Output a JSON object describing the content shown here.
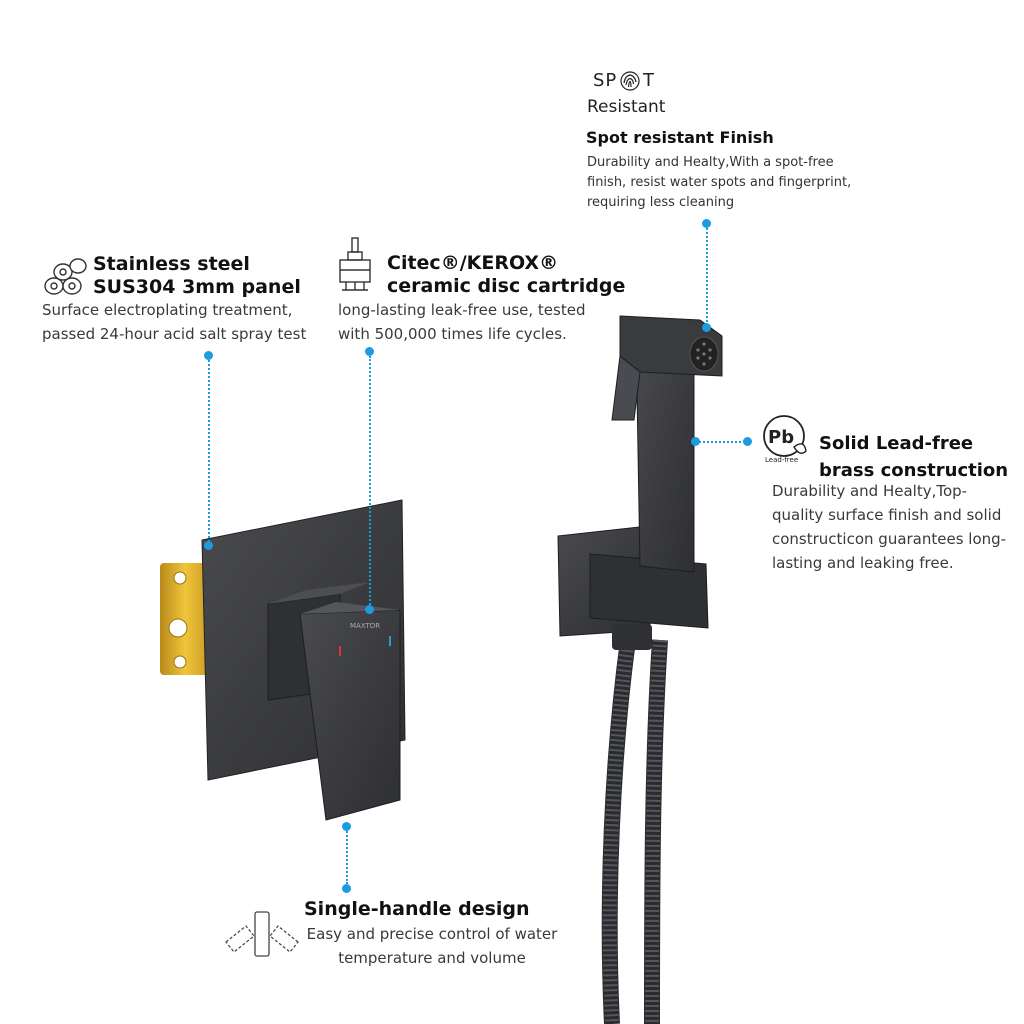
{
  "colors": {
    "accent": "#1d9be0",
    "product": "#3c3d40",
    "brass": "#e2b52a",
    "text": "#333333",
    "heading": "#111111"
  },
  "spot": {
    "icon_word_1": "SP",
    "icon_word_2": "T",
    "icon_caption": "Resistant",
    "title": "Spot resistant Finish",
    "desc_lines": [
      "Durability and Healty,With a spot-free",
      "finish, resist water spots and fingerprint,",
      "requiring less cleaning"
    ]
  },
  "steel": {
    "title_lines": [
      "Stainless steel",
      "SUS304 3mm panel"
    ],
    "desc_lines": [
      "Surface electroplating treatment,",
      "passed 24-hour acid salt spray test"
    ]
  },
  "cartridge": {
    "title_lines": [
      "Citec®/KEROX®",
      "ceramic disc cartridge"
    ],
    "desc_lines": [
      "long-lasting leak-free use, tested",
      "with 500,000 times life cycles."
    ]
  },
  "leadfree": {
    "icon_text": "Pb",
    "icon_caption": "Lead-free",
    "title_lines": [
      "Solid Lead-free",
      "brass construction"
    ],
    "desc_lines": [
      "Durability and Healty,Top-",
      "quality surface finish and solid",
      "constructicon guarantees  long-",
      "lasting and leaking free."
    ]
  },
  "handle": {
    "title": "Single-handle design",
    "desc_lines": [
      "Easy and precise control of water",
      "temperature and volume"
    ]
  },
  "brand_mark": "MAXTOR"
}
